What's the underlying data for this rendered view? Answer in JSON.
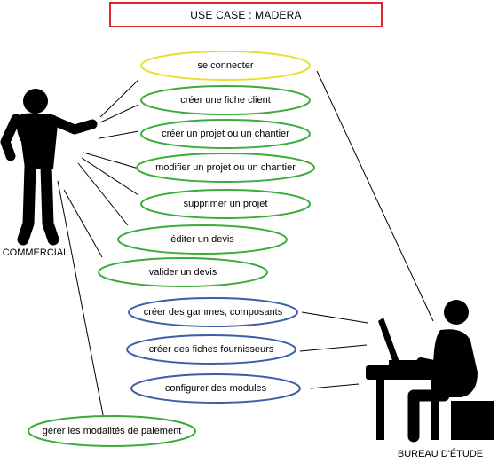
{
  "title": "USE CASE : MADERA",
  "colors": {
    "title_border": "#e0262a",
    "yellow": "#e6e02a",
    "green": "#3aac3a",
    "blue": "#3a5ea8",
    "line": "#000000"
  },
  "actors": {
    "commercial": "COMMERCIAL",
    "bureau": "BUREAU D'ÉTUDE"
  },
  "use_cases": [
    {
      "label": "se connecter",
      "color": "yellow"
    },
    {
      "label": "créer une fiche client",
      "color": "green"
    },
    {
      "label": "créer un projet ou un chantier",
      "color": "green"
    },
    {
      "label": "modifier un projet ou un chantier",
      "color": "green"
    },
    {
      "label": "supprimer un projet",
      "color": "green"
    },
    {
      "label": "éditer un devis",
      "color": "green"
    },
    {
      "label": "valider un devis",
      "color": "green"
    },
    {
      "label": "créer des gammes, composants",
      "color": "blue"
    },
    {
      "label": "créer des fiches fournisseurs",
      "color": "blue"
    },
    {
      "label": "configurer des modules",
      "color": "blue"
    },
    {
      "label": "gérer les modalités de paiement",
      "color": "green"
    }
  ]
}
